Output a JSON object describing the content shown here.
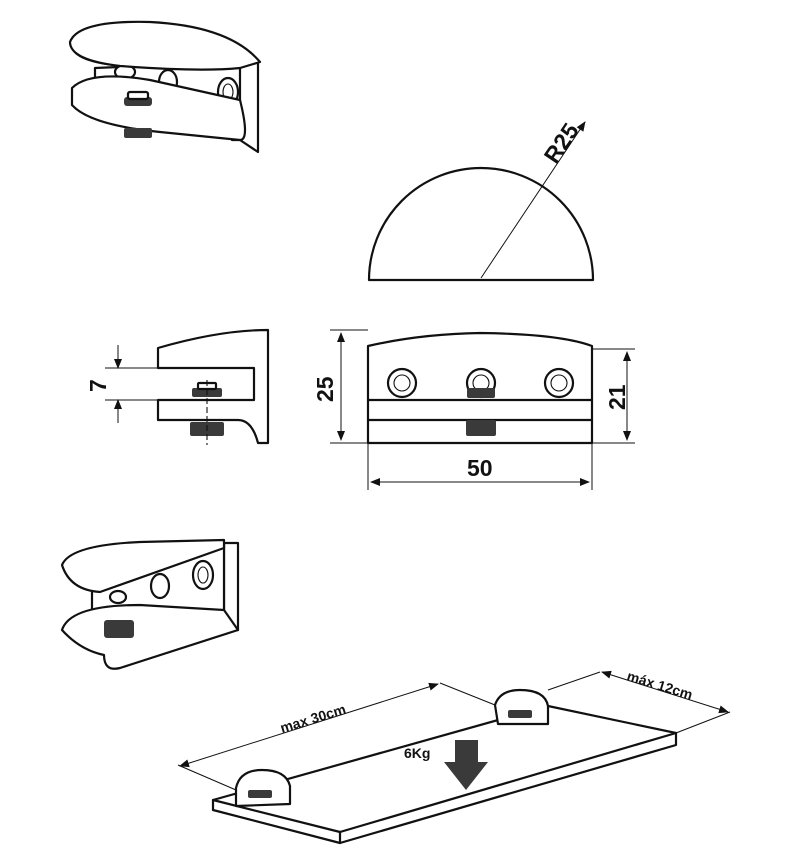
{
  "dimensions": {
    "radius": "R25",
    "height_7": "7",
    "height_25": "25",
    "height_21": "21",
    "width_50": "50"
  },
  "shelf": {
    "max_length": "max 30cm",
    "max_width": "máx 12cm",
    "load": "6Kg"
  },
  "colors": {
    "line": "#111111",
    "metal": "#ffffff",
    "screw": "#3a3a3a"
  },
  "icons": [
    "down-arrow-icon"
  ]
}
